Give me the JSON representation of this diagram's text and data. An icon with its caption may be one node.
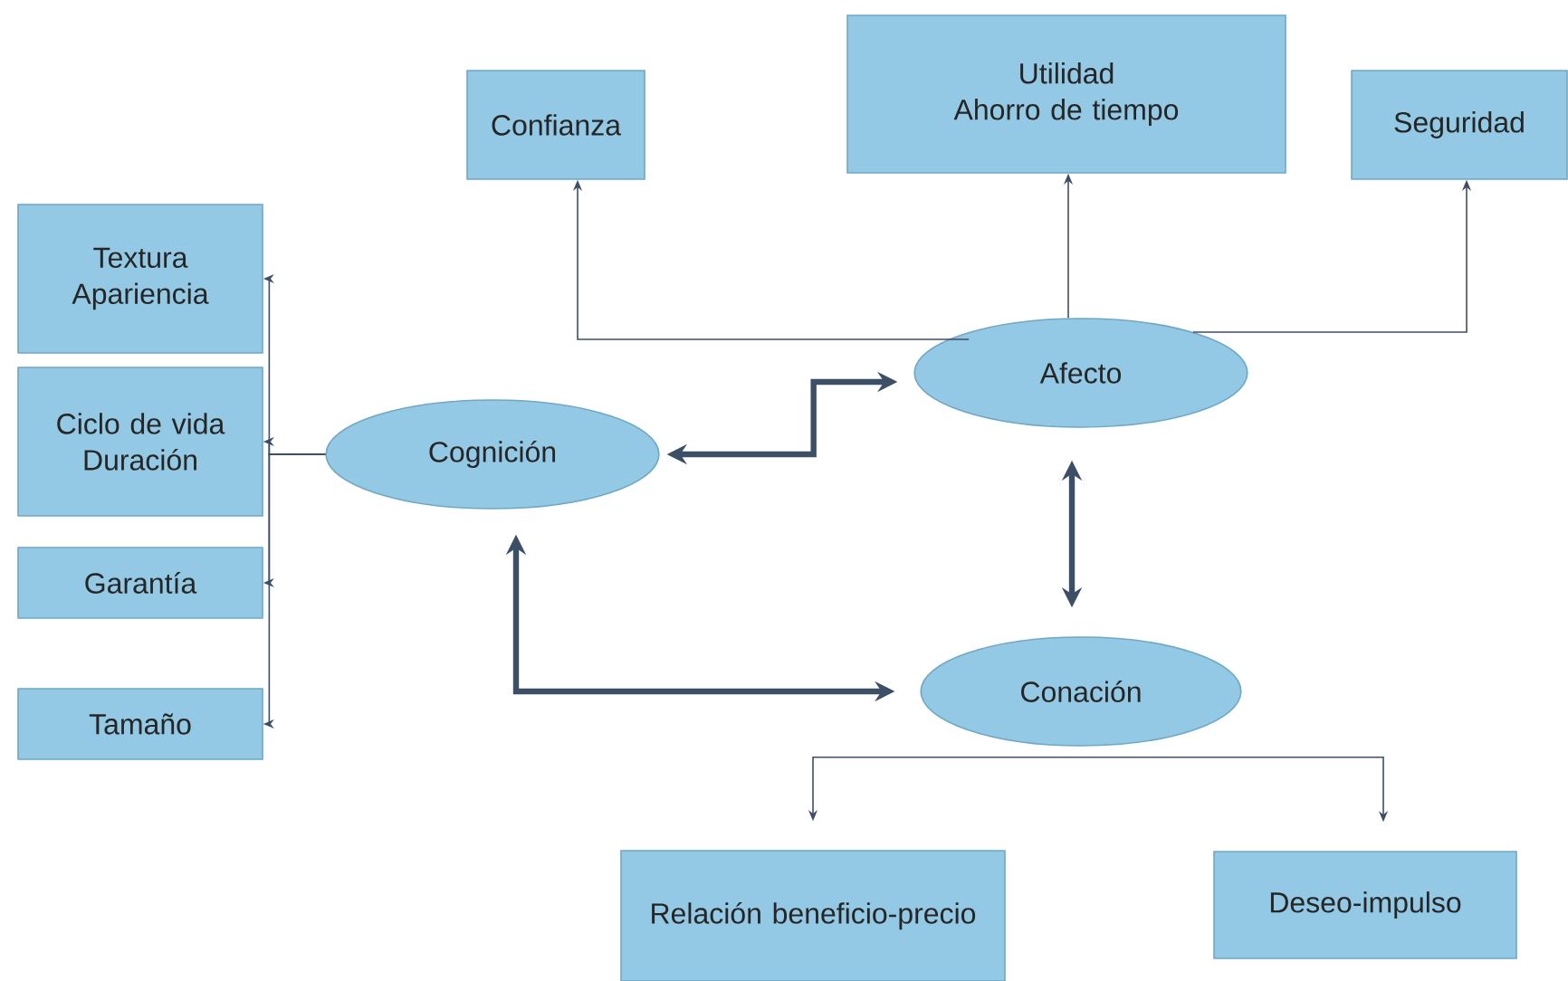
{
  "diagram": {
    "nodes": [
      {
        "text": [
          "Confianza"
        ]
      },
      {
        "text": [
          "Utilidad",
          "Ahorro de tiempo"
        ]
      },
      {
        "text": [
          "Seguridad"
        ]
      },
      {
        "text": [
          "Textura",
          "Apariencia"
        ]
      },
      {
        "text": [
          "Afecto"
        ]
      },
      {
        "text": [
          "Ciclo de vida",
          "Duración"
        ]
      },
      {
        "text": [
          "Cognición"
        ]
      },
      {
        "text": [
          "Garantía"
        ]
      },
      {
        "text": [
          "Conación"
        ]
      },
      {
        "text": [
          "Tamaño"
        ]
      },
      {
        "text": [
          "Relación beneficio-precio"
        ]
      },
      {
        "text": [
          "Deseo-impulso"
        ]
      }
    ],
    "edges": [
      {
        "from": 4,
        "to": 0,
        "arrow": "to"
      },
      {
        "from": 4,
        "to": 1,
        "arrow": "to"
      },
      {
        "from": 4,
        "to": 2,
        "arrow": "to"
      },
      {
        "from": 6,
        "to": 3,
        "arrow": "to"
      },
      {
        "from": 6,
        "to": 5,
        "arrow": "to"
      },
      {
        "from": 6,
        "to": 7,
        "arrow": "to"
      },
      {
        "from": 6,
        "to": 9,
        "arrow": "to"
      },
      {
        "from": 6,
        "to": 4,
        "arrow": "both",
        "style": "thick"
      },
      {
        "from": 4,
        "to": 8,
        "arrow": "both",
        "style": "thick"
      },
      {
        "from": 6,
        "to": 8,
        "arrow": "both",
        "style": "thick"
      },
      {
        "from": 8,
        "to": 10,
        "arrow": "to"
      },
      {
        "from": 8,
        "to": 11,
        "arrow": "to"
      }
    ]
  }
}
